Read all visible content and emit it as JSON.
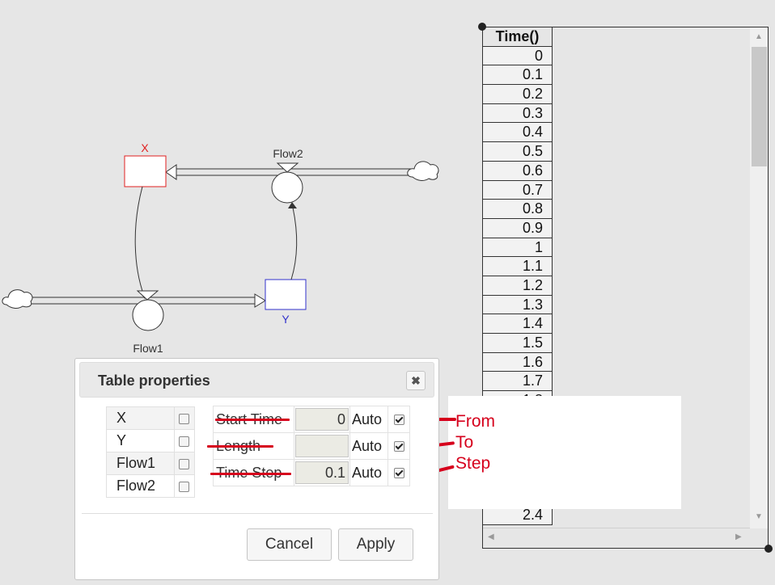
{
  "diagram": {
    "stock_x": "X",
    "stock_y": "Y",
    "flow1": "Flow1",
    "flow2": "Flow2",
    "colors": {
      "stock_x": "#e02020",
      "stock_y": "#3333cc",
      "flow": "#333333"
    }
  },
  "table": {
    "header": "Time()",
    "rows": [
      "0",
      "0.1",
      "0.2",
      "0.3",
      "0.4",
      "0.5",
      "0.6",
      "0.7",
      "0.8",
      "0.9",
      "1",
      "1.1",
      "1.2",
      "1.3",
      "1.4",
      "1.5",
      "1.6",
      "1.7",
      "1.8"
    ],
    "last_row": "2.4"
  },
  "dialog": {
    "title": "Table properties",
    "close_icon": "close-icon",
    "variables": [
      {
        "name": "X",
        "checked": false
      },
      {
        "name": "Y",
        "checked": false
      },
      {
        "name": "Flow1",
        "checked": false
      },
      {
        "name": "Flow2",
        "checked": false
      }
    ],
    "properties": [
      {
        "label": "Start Time",
        "value": "0",
        "auto": "Auto",
        "auto_checked": true
      },
      {
        "label": "Length",
        "value": "",
        "auto": "Auto",
        "auto_checked": true
      },
      {
        "label": "Time Step",
        "value": "0.1",
        "auto": "Auto",
        "auto_checked": true
      }
    ],
    "cancel_label": "Cancel",
    "apply_label": "Apply"
  },
  "annotation": {
    "labels": [
      "From",
      "To",
      "Step"
    ],
    "color": "#d6001c"
  }
}
